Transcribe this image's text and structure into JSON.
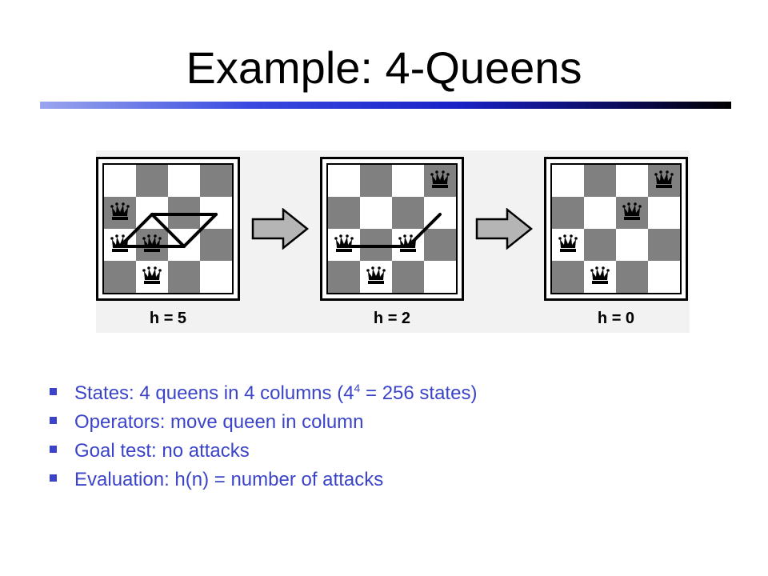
{
  "slide": {
    "title": "Example: 4-Queens"
  },
  "boards": [
    {
      "label": "h = 5",
      "queens": [
        [
          1,
          2
        ],
        [
          0,
          1
        ],
        [
          1,
          3
        ],
        [
          0,
          2
        ]
      ],
      "attacks": [
        [
          [
            1,
            1
          ],
          [
            3,
            1
          ]
        ],
        [
          [
            1,
            1
          ],
          [
            0,
            2
          ]
        ],
        [
          [
            1,
            1
          ],
          [
            2,
            2
          ]
        ],
        [
          [
            0,
            2
          ],
          [
            2,
            2
          ]
        ],
        [
          [
            2,
            2
          ],
          [
            3,
            1
          ]
        ]
      ]
    },
    {
      "label": "h = 2",
      "queens": [
        [
          0,
          2
        ],
        [
          3,
          0
        ],
        [
          2,
          2
        ],
        [
          1,
          3
        ]
      ],
      "attacks": [
        [
          [
            0,
            2
          ],
          [
            2,
            2
          ]
        ],
        [
          [
            2,
            2
          ],
          [
            3,
            1
          ]
        ]
      ]
    },
    {
      "label": "h = 0",
      "queens": [
        [
          0,
          2
        ],
        [
          3,
          0
        ],
        [
          1,
          3
        ],
        [
          2,
          1
        ]
      ],
      "attacks": []
    }
  ],
  "bullets": {
    "b1_pre": "States: 4 queens in 4 columns (4",
    "b1_sup": "4",
    "b1_post": " = 256 states)",
    "b2": "Operators: move queen in column",
    "b3": "Goal test: no attacks",
    "b4": "Evaluation: h(n) = number of attacks"
  },
  "colors": {
    "bullet": "#3b44c8",
    "dark_square": "#808080",
    "arrow_fill": "#b5b5b5"
  },
  "icons": {
    "piece": "queen-icon",
    "transition": "right-arrow-icon"
  }
}
